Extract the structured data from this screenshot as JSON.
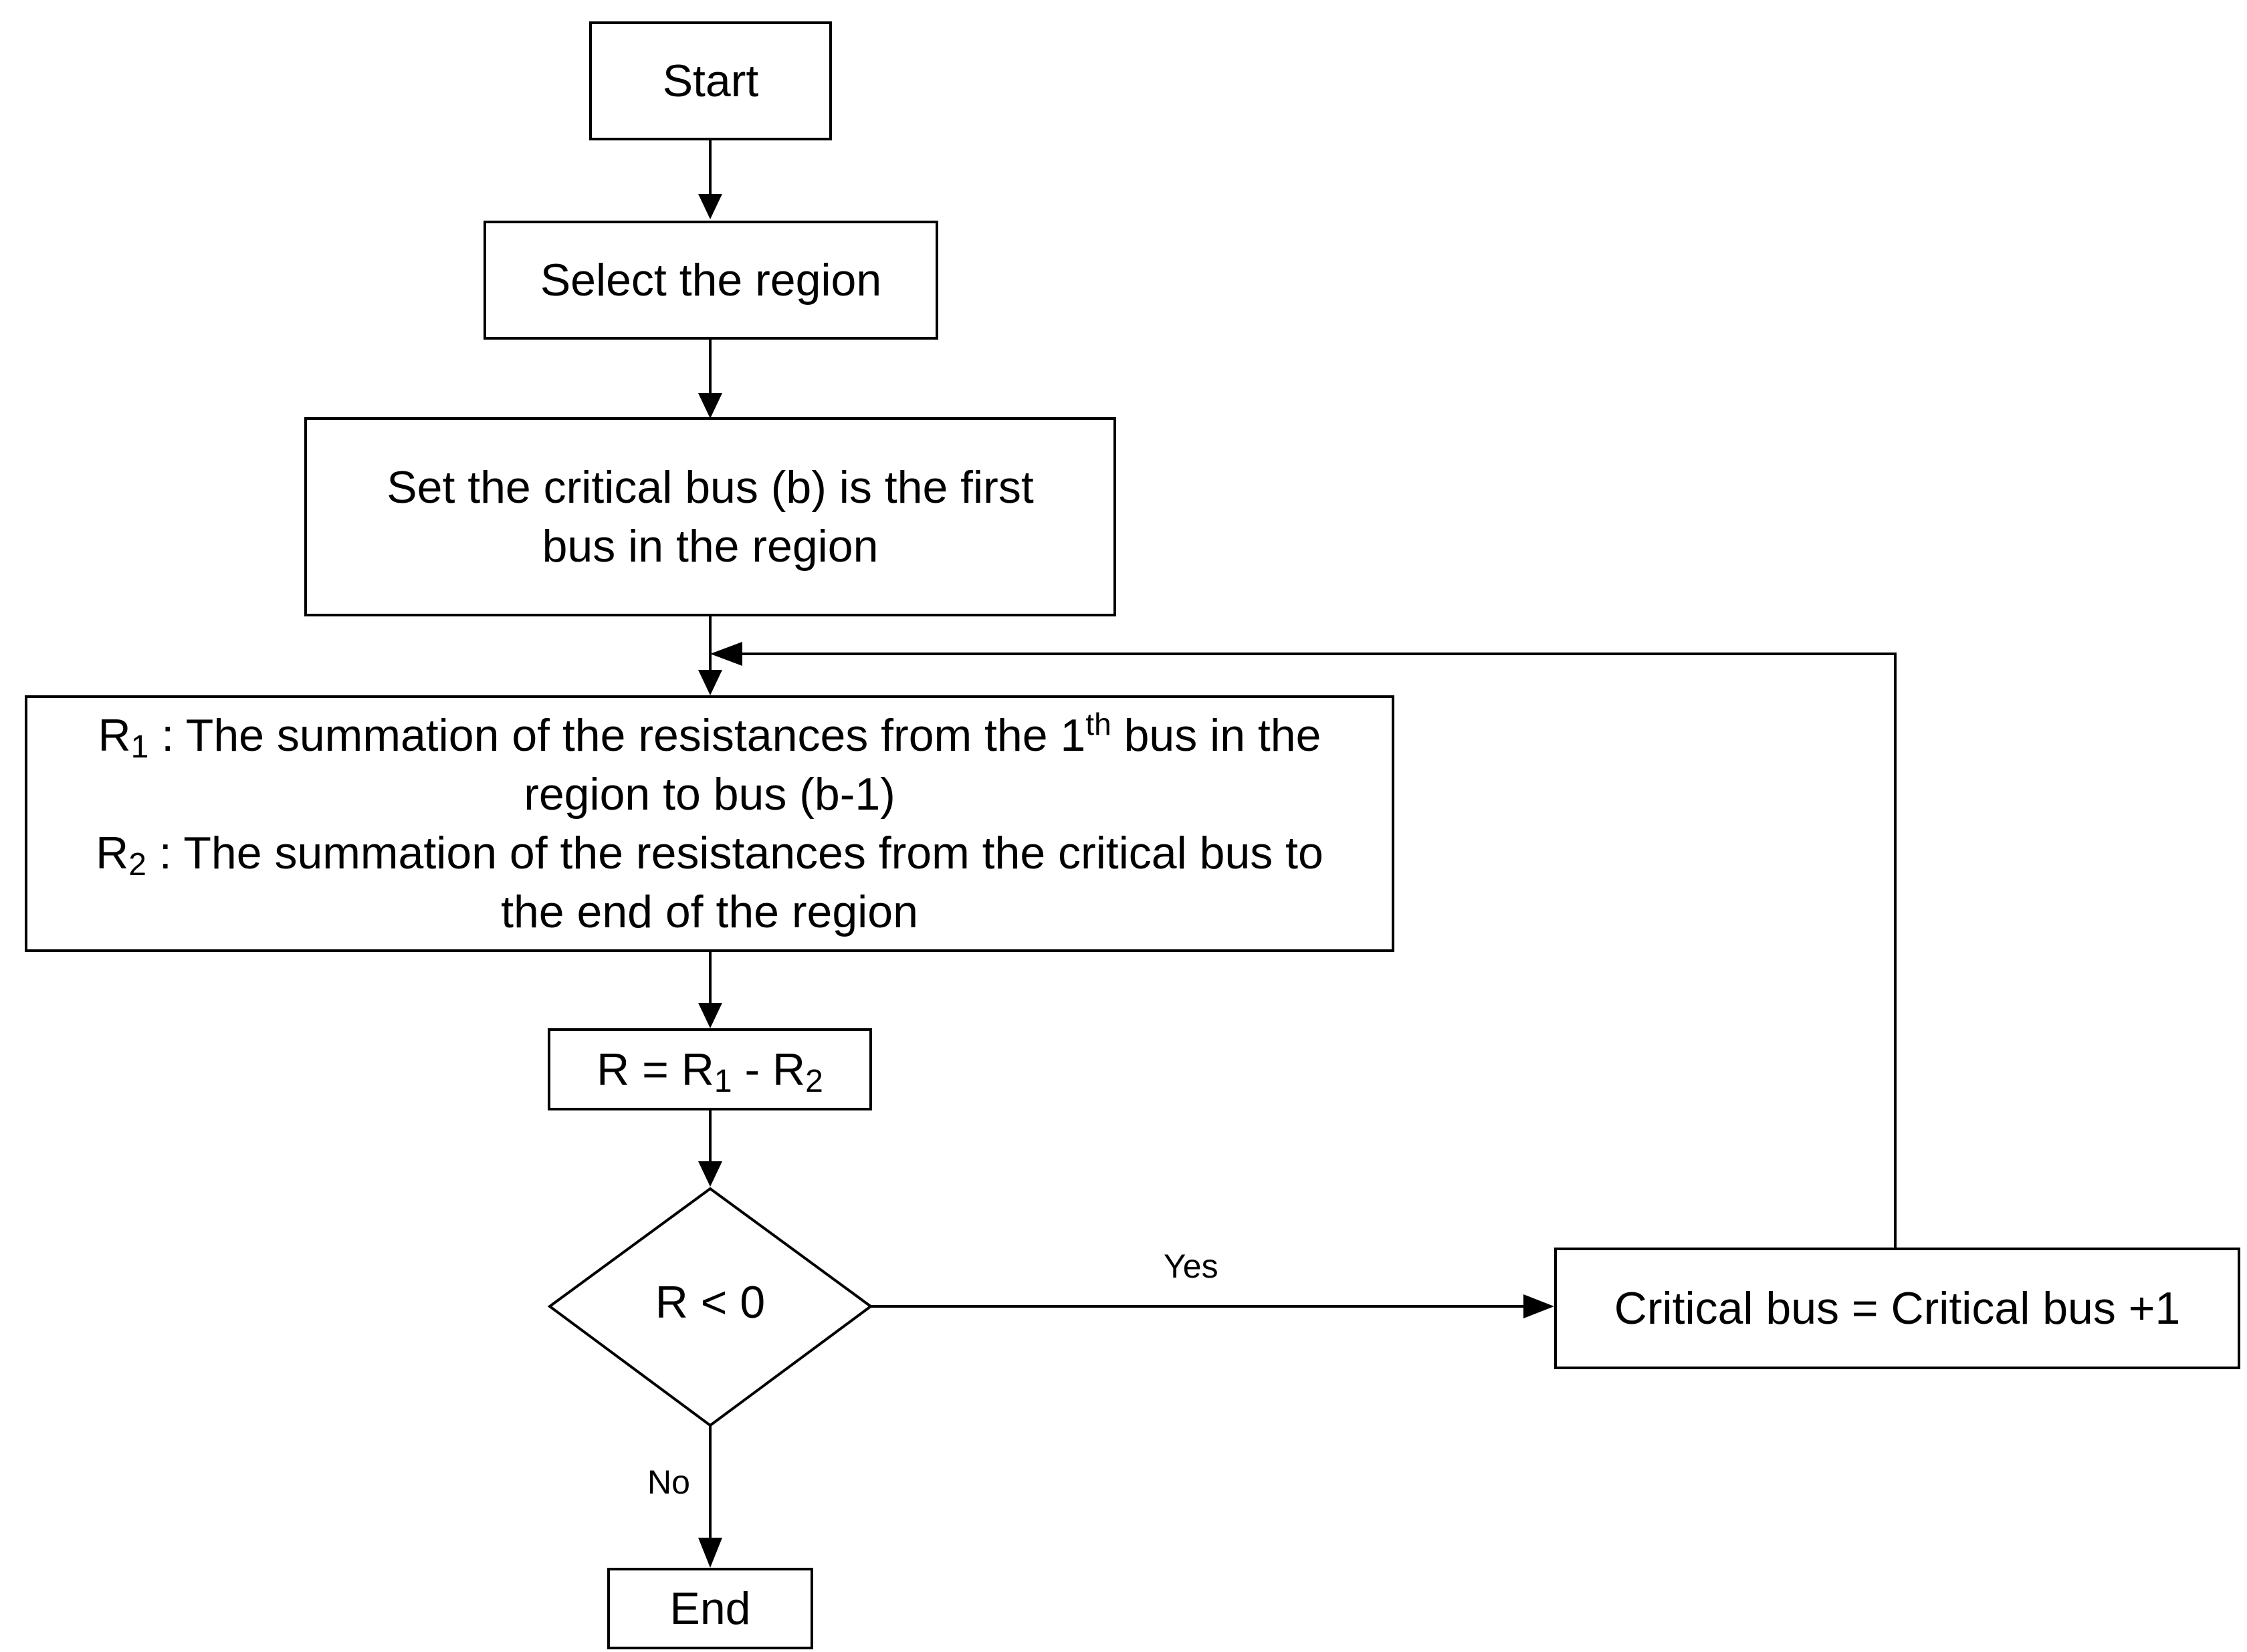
{
  "nodes": {
    "start": {
      "text": "Start"
    },
    "select_region": {
      "text": "Select the region"
    },
    "set_critical": {
      "line1": "Set the critical bus (b) is the first",
      "line2": "bus in the region"
    },
    "resistances": {
      "r1_symbol": "R",
      "r1_sub": "1",
      "r1_text_a": " : The  summation of the resistances from the 1",
      "r1_sup": "th",
      "r1_text_b": " bus in the",
      "r1_line2": "region to bus (b-1)",
      "r2_symbol": "R",
      "r2_sub": "2",
      "r2_text": " : The  summation of the resistances from the critical bus to",
      "r2_line2": "the end of the region"
    },
    "formula": {
      "lhs": "R = R",
      "sub1": "1",
      "mid": " - R",
      "sub2": "2"
    },
    "decision": {
      "text": "R < 0"
    },
    "increment": {
      "text": "Critical bus = Critical bus +1"
    },
    "end": {
      "text": "End"
    }
  },
  "edges": {
    "yes_label": "Yes",
    "no_label": "No"
  }
}
